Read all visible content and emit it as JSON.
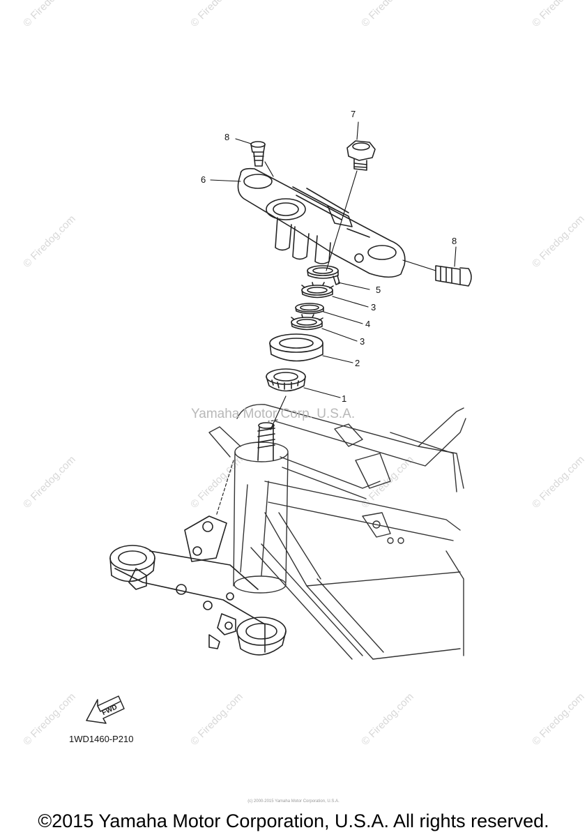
{
  "diagram": {
    "callouts": [
      {
        "id": "c7",
        "label": "7"
      },
      {
        "id": "c8a",
        "label": "8"
      },
      {
        "id": "c6",
        "label": "6"
      },
      {
        "id": "c8b",
        "label": "8"
      },
      {
        "id": "c5",
        "label": "5"
      },
      {
        "id": "c3a",
        "label": "3"
      },
      {
        "id": "c4",
        "label": "4"
      },
      {
        "id": "c3b",
        "label": "3"
      },
      {
        "id": "c2",
        "label": "2"
      },
      {
        "id": "c1",
        "label": "1"
      }
    ],
    "fwd_label": "FWD",
    "diagram_code": "1WD1460-P210",
    "center_watermark": "Yamaha Motor Corp. U.S.A.",
    "watermark_text": "© Firedog.com",
    "small_copyright": "(c) 2000-2015 Yamaha Motor Corporation, U.S.A.",
    "copyright": "©2015 Yamaha Motor Corporation, U.S.A. All rights reserved."
  }
}
